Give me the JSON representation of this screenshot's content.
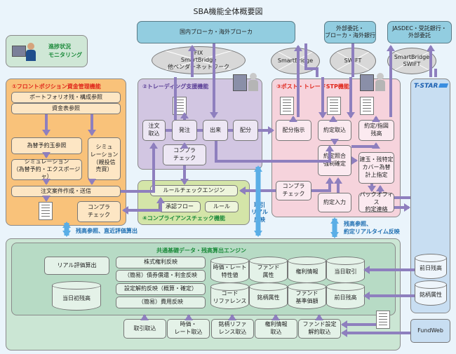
{
  "title": "SBA機能全体概要図",
  "monitoring": {
    "label_line1": "進捗状況",
    "label_line2": "モニタリング"
  },
  "external": {
    "brokers": "国内ブローカ・海外ブローカ",
    "outsourcing_line1": "外部委託・",
    "outsourcing_line2": "ブローカ・海外銀行",
    "jasdec_line1": "JASDEC・受託銀行・",
    "jasdec_line2": "外部委託"
  },
  "networks": {
    "fix_line1": "FIX",
    "fix_line2": "SmartBridge",
    "fix_line3": "他ベンダーネットワーク",
    "smartbridge": "SmartBridge",
    "swift": "SWIFT",
    "sb_swift_line1": "SmartBridge",
    "sb_swift_line2": "SWIFT"
  },
  "front": {
    "title": "①フロントポジション資金管理機能",
    "portfolio": "ポートフォリオ残・構成参照",
    "cash": "資金表参照",
    "fx_reserve": "為替予約玉参照",
    "sim_fx_line1": "シミュレーション",
    "sim_fx_line2": "（為替予約・エクスポージャ）",
    "sim_fund_line1": "シミュ",
    "sim_fund_line2": "レーション",
    "sim_fund_line3": "（親投信",
    "sim_fund_line4": "売買）",
    "order_create": "注文案件作成・送信",
    "compliance_line1": "コンプラ",
    "compliance_line2": "チェック"
  },
  "trading": {
    "title": "②トレーディング支援機能",
    "order_in_line1": "注文",
    "order_in_line2": "取込",
    "place_order": "発注",
    "execution": "出来",
    "allocation": "配分",
    "compliance_line1": "コンプラ",
    "compliance_line2": "チェック"
  },
  "post": {
    "title": "③ポスト・トレードSTP機能",
    "alloc_instr": "配分指示",
    "contract_in": "約定取込",
    "contract_instr_line1": "約定/指図",
    "contract_instr_line2": "残高",
    "matching_line1": "約定照合",
    "matching_line2": "強制確定",
    "position_line1": "建玉・残特定",
    "position_line2": "カバー為替",
    "position_line3": "計上指定",
    "compliance_line1": "コンプラ",
    "compliance_line2": "チェック",
    "contract_input": "約定入力",
    "backoffice_line1": "バックオフィス",
    "backoffice_line2": "約定連絡"
  },
  "compliance": {
    "title": "④コンプライアンスチェック機能",
    "engine": "ルールチェックエンジン",
    "approval": "承認フロー",
    "rules": "ルール"
  },
  "labels": {
    "balance_ref": "残高参照、直近評価算出",
    "realtime_line1": "取引",
    "realtime_line2": "リアル",
    "realtime_line3": "反映",
    "balance_rt_line1": "残高参照、",
    "balance_rt_line2": "約定リアルタイム反映"
  },
  "engine": {
    "title": "共通基礎データ・残高算出エンジン",
    "real_eval": "リアル評価算出",
    "opening_balance": "当日初残高",
    "procs": [
      "株式権利反映",
      "（簡易）債券償還・利金反映",
      "設定解約反映（概算・確定）",
      "（簡易）費用反映"
    ],
    "db_row1": [
      {
        "line1": "時価・レート",
        "line2": "特性値"
      },
      {
        "line1": "ファンド",
        "line2": "属性"
      },
      {
        "line1": "権利情報",
        "line2": ""
      },
      {
        "line1": "当日取引",
        "line2": ""
      }
    ],
    "db_row2": [
      {
        "line1": "コード",
        "line2": "リファレンス"
      },
      {
        "line1": "銘柄属性",
        "line2": ""
      },
      {
        "line1": "ファンド",
        "line2": "基準価額"
      },
      {
        "line1": "前日残高",
        "line2": ""
      }
    ],
    "imports": [
      {
        "line1": "取引取込",
        "line2": ""
      },
      {
        "line1": "時価・",
        "line2": "レート取込"
      },
      {
        "line1": "銘柄リファ",
        "line2": "レンス取込"
      },
      {
        "line1": "権利情報",
        "line2": "取込"
      },
      {
        "line1": "ファンド設定",
        "line2": "解約取込"
      }
    ]
  },
  "tstar": {
    "logo": "T-STAR",
    "prev_balance": "前日残高",
    "security_attr": "銘柄属性"
  },
  "fundweb": "FundWeb",
  "colors": {
    "arrow": "#8e7fbe",
    "bidir_arrow": "#5aaee6",
    "front_panel": "#f9c27a",
    "trading_panel": "#d2c6e2",
    "post_panel": "#f6d3dc",
    "compliance_panel": "#d4e5a8",
    "engine_panel": "#cbe6d4",
    "tstar_panel": "#c8def2",
    "external": "#92cde0",
    "accent_red": "#e0261b",
    "accent_green": "#1b8a3a",
    "accent_blue": "#1f6fb2"
  }
}
